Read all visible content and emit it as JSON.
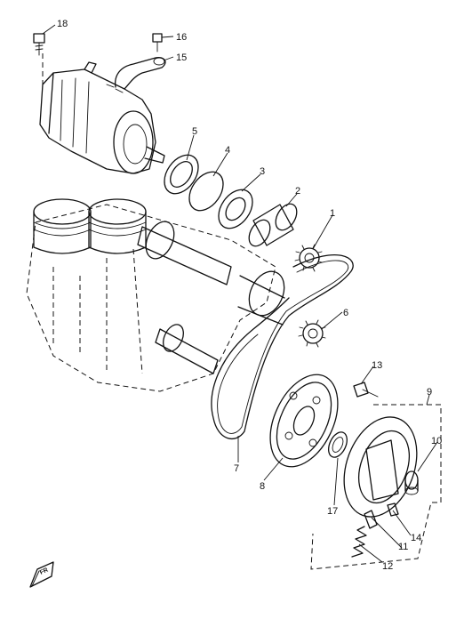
{
  "callouts": [
    "1",
    "2",
    "3",
    "4",
    "5",
    "6",
    "7",
    "8",
    "9",
    "10",
    "11",
    "12",
    "13",
    "14",
    "15",
    "16",
    "17",
    "18"
  ],
  "front_arrow_label": "FR"
}
